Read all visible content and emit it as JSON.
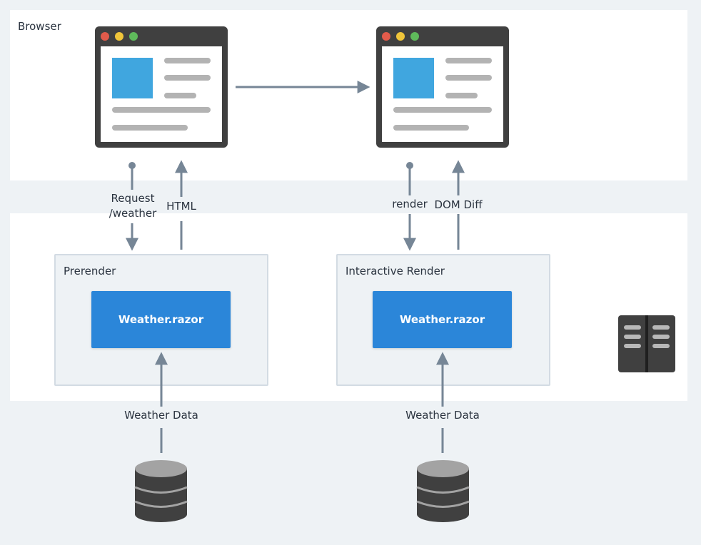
{
  "browser": {
    "label": "Browser"
  },
  "prerender": {
    "title": "Prerender",
    "component": "Weather.razor",
    "request_line1": "Request",
    "request_line2": "/weather",
    "response": "HTML",
    "data_label": "Weather Data"
  },
  "interactive": {
    "title": "Interactive Render",
    "component": "Weather.razor",
    "request": "render",
    "response": "DOM Diff",
    "data_label": "Weather Data"
  },
  "colors": {
    "background": "#eef2f5",
    "panel": "#ffffff",
    "arrow": "#768696",
    "component": "#2b86d9",
    "window_frame": "#404040",
    "window_image": "#40a6df",
    "database": "#404040"
  },
  "icons": {
    "browser_window": "browser-window-icon",
    "server": "server-icon",
    "database": "database-icon"
  }
}
